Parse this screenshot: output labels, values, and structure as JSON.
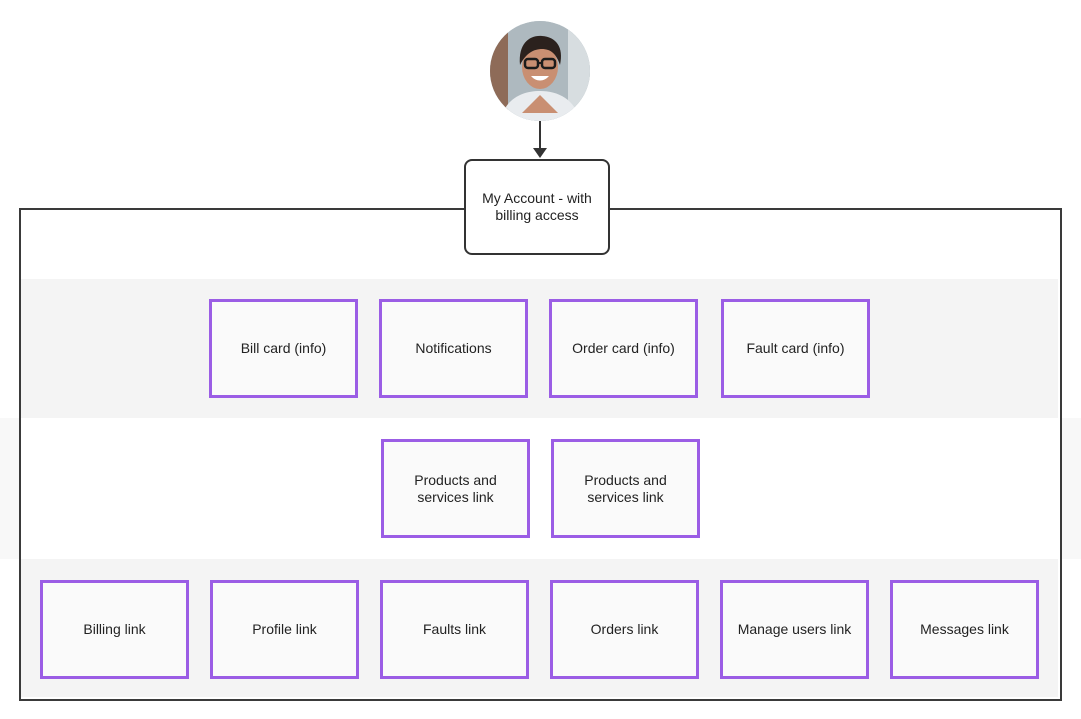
{
  "diagram": {
    "root": "My Account - with billing access",
    "row_1": [
      "Bill card (info)",
      "Notifications",
      "Order card (info)",
      "Fault card (info)"
    ],
    "row_2": [
      "Products and services link",
      "Products and services link"
    ],
    "row_3": [
      "Billing link",
      "Profile link",
      "Faults link",
      "Orders link",
      "Manage users link",
      "Messages link"
    ]
  },
  "colors": {
    "card_border": "#9b5de5",
    "frame_border": "#3a3a3a",
    "band": "#f4f4f4"
  },
  "icons": {
    "avatar": "user-avatar-photo"
  }
}
